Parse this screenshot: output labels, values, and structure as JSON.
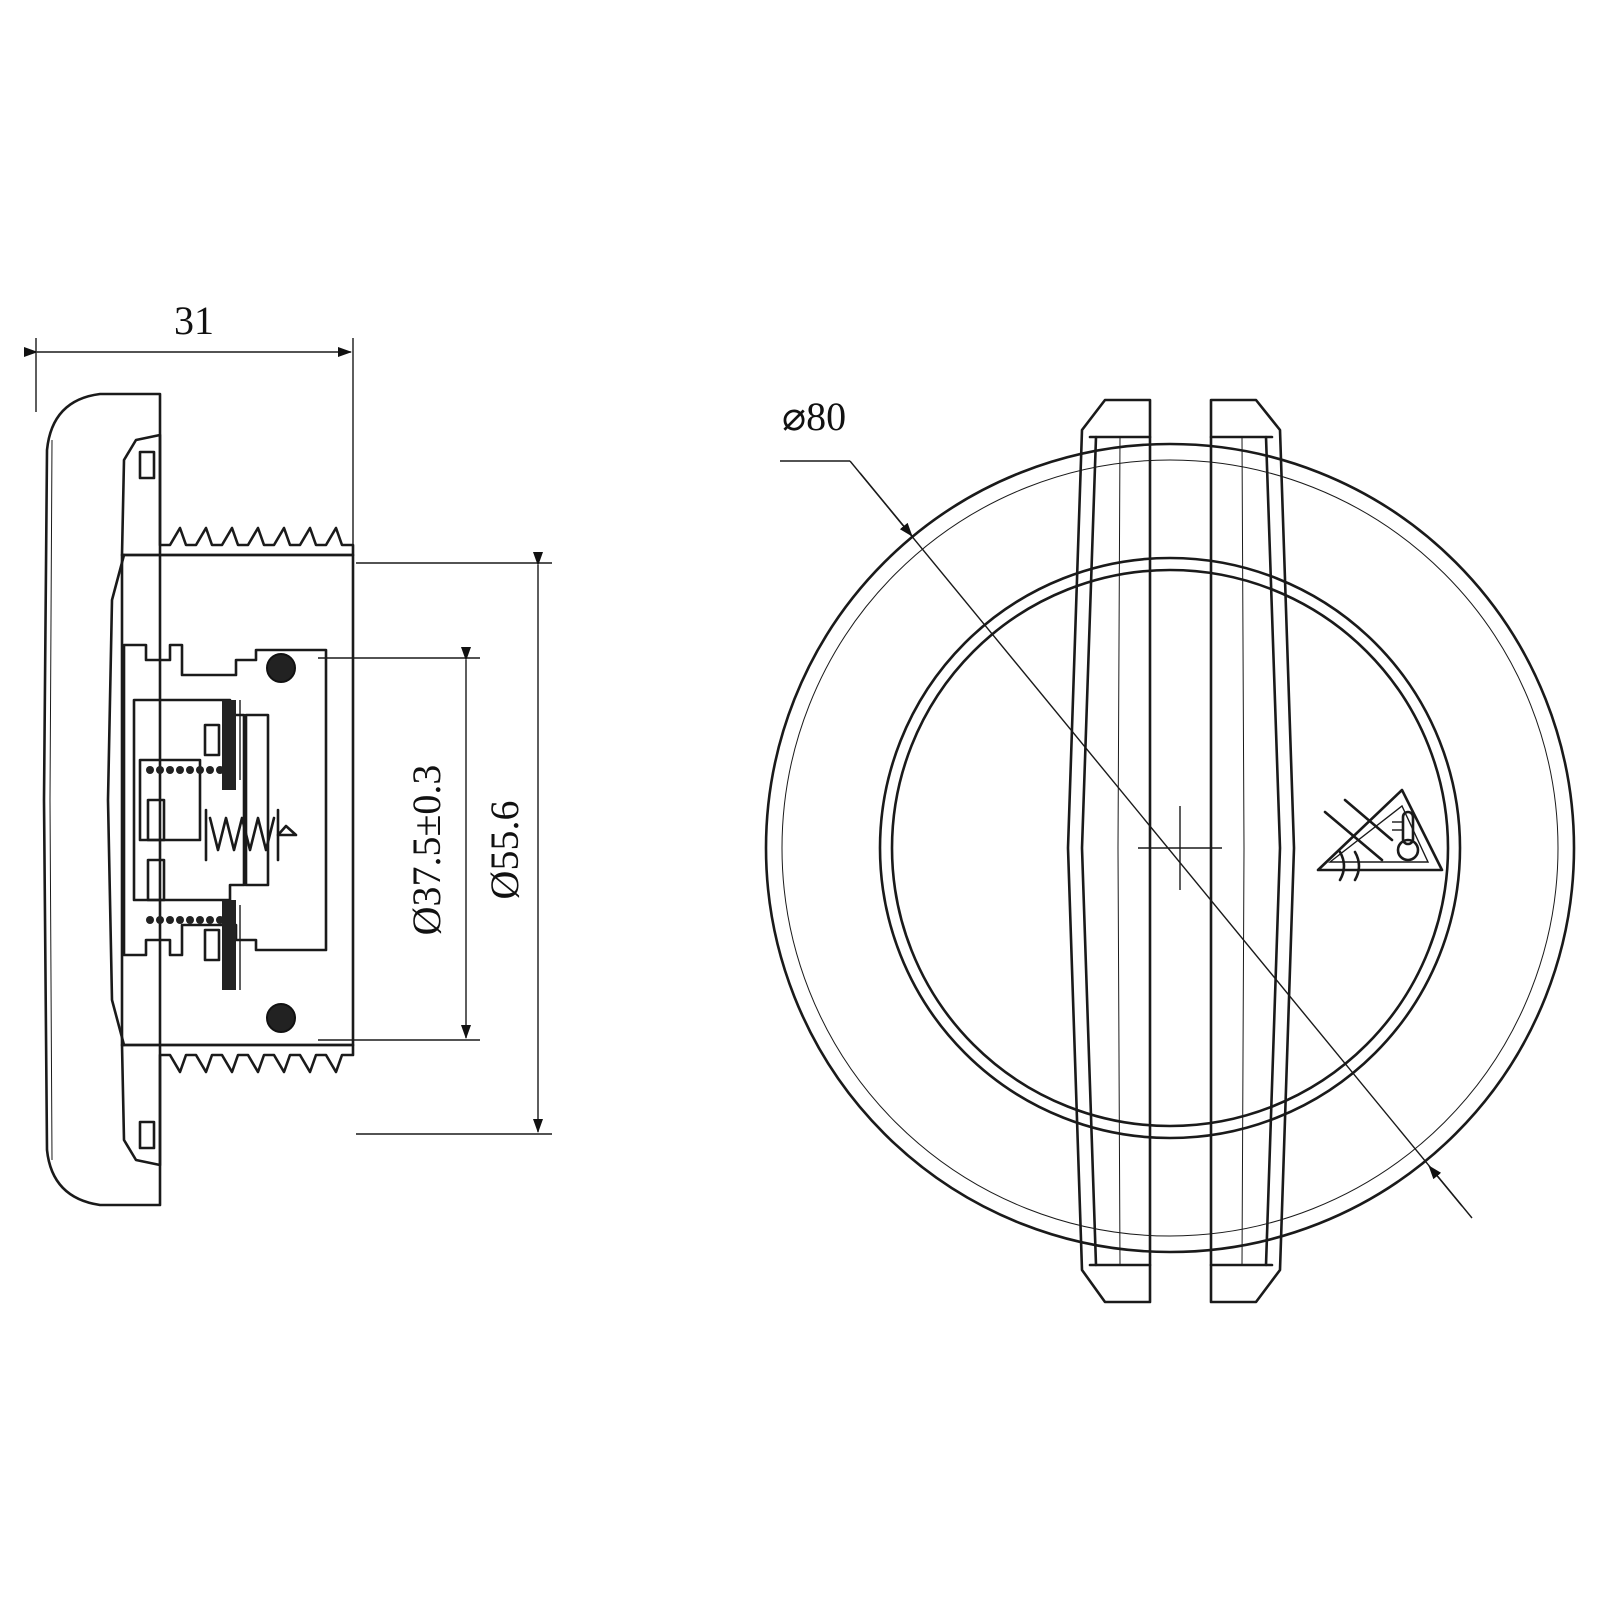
{
  "drawing": {
    "dimensions": {
      "width": "31",
      "bore_diameter": "Ø37.5±0.3",
      "thread_diameter": "Ø55.6",
      "outer_diameter": "⌀80"
    },
    "symbols": [
      "hot-coolant-warning-icon"
    ]
  }
}
